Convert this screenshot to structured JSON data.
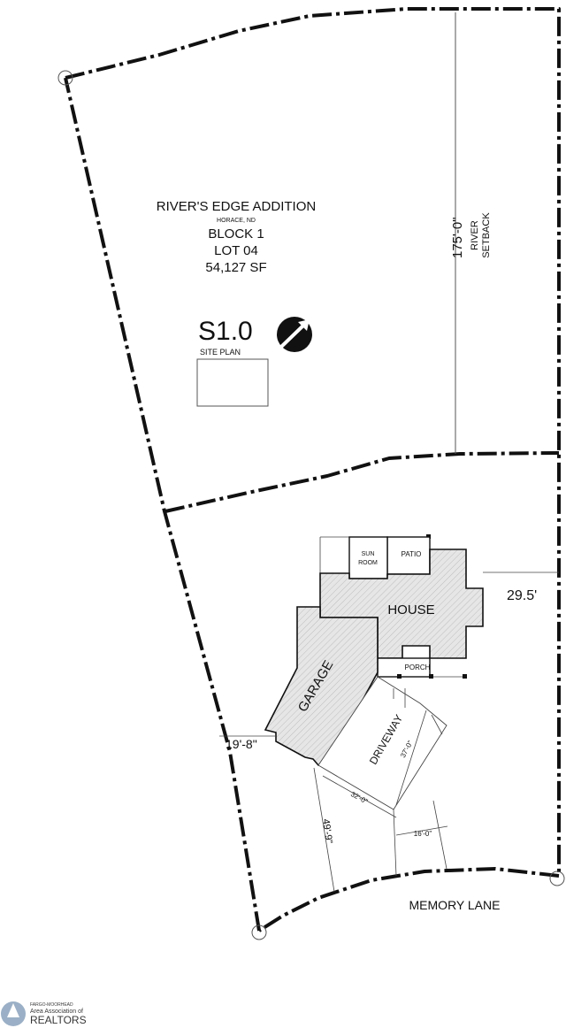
{
  "lot": {
    "addition": "RIVER'S EDGE ADDITION",
    "city": "HORACE, ND",
    "block": "BLOCK 1",
    "lot": "LOT 04",
    "area": "54,127 SF"
  },
  "sheet": {
    "number": "S1.0",
    "title": "SITE PLAN"
  },
  "setback": {
    "dimension": "175'-0\"",
    "label_line1": "RIVER",
    "label_line2": "SETBACK"
  },
  "rooms": {
    "house": "HOUSE",
    "garage": "GARAGE",
    "sunroom_line1": "SUN",
    "sunroom_line2": "ROOM",
    "patio": "PATIO",
    "porch": "PORCH",
    "driveway": "DRIVEWAY"
  },
  "dimensions": {
    "east_side": "29.5'",
    "west_side": "19'-8\"",
    "front": "49'-9\"",
    "driveway_width": "32'-0\"",
    "driveway_length": "37'-0\"",
    "approach_width": "16'-0\""
  },
  "street": "MEMORY LANE",
  "watermark": {
    "line1": "FARGO-MOORHEAD",
    "line2": "Area Association of",
    "line3": "REALTORS"
  },
  "colors": {
    "line": "#111111",
    "watermark": "#8aa3bd"
  }
}
